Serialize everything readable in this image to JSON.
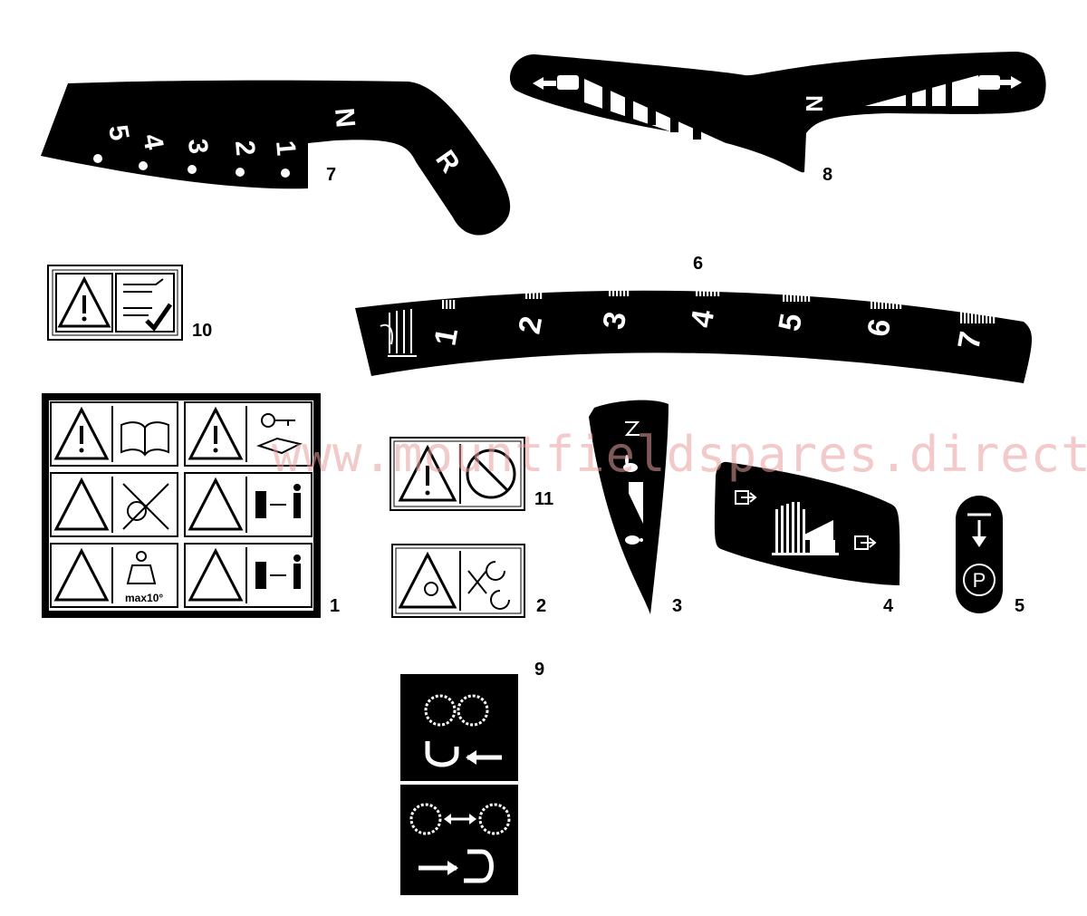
{
  "watermark": "www.mountfieldspares.direct",
  "callouts": {
    "c1": "1",
    "c2": "2",
    "c3": "3",
    "c4": "4",
    "c5": "5",
    "c6": "6",
    "c7": "7",
    "c8": "8",
    "c9": "9",
    "c10": "10",
    "c11": "11"
  },
  "decal7": {
    "gears": [
      "5",
      "4",
      "3",
      "2",
      "1"
    ],
    "neutral": "N",
    "reverse": "R"
  },
  "decal8": {
    "neutral": "N"
  },
  "decal6": {
    "heights": [
      "1",
      "2",
      "3",
      "4",
      "5",
      "6",
      "7"
    ]
  },
  "decal1": {
    "max_label": "max10°"
  },
  "decal5": {
    "park": "P"
  },
  "colors": {
    "decal": "#000000",
    "label": "#ffffff",
    "watermark": "#e8a0a0"
  },
  "icons": [
    "warning-triangle-icon",
    "manual-book-icon",
    "key-icon",
    "slope-icon",
    "distance-person-icon",
    "rabbit-fast-icon",
    "turtle-slow-icon",
    "cutting-height-icon",
    "park-brake-icon",
    "gear-icon",
    "tractor-icon"
  ]
}
